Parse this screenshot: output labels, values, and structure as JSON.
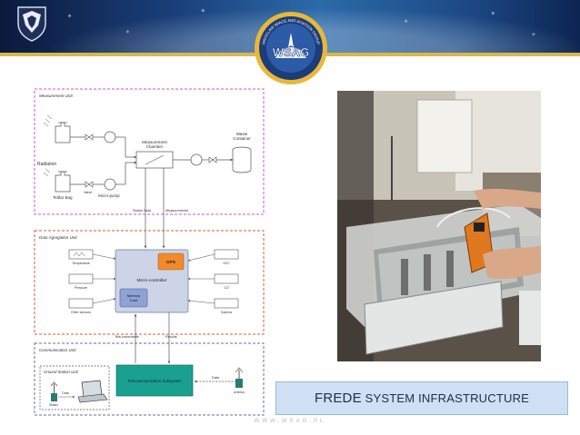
{
  "header": {
    "logo_text": "WSAG",
    "logo_ring_text": "WROCLAW SPACE AND AVIATION GROUP"
  },
  "diagram": {
    "measurement_unit": {
      "title": "Measurement Unit",
      "radiation_label": "Radiation",
      "chamber_label_line1": "Measurement",
      "chamber_label_line2": "Chamber",
      "waste_label_line1": "Waste",
      "waste_label_line2": "Container",
      "valve_label": "Valve",
      "pump_label": "Micro-pump",
      "bag_label": "Tedlar Bag"
    },
    "links": {
      "status_data": "Status Data",
      "measurements": "Measurements",
      "tele_commands": "Tele-commands",
      "results": "Results",
      "data": "Data"
    },
    "aggregation_unit": {
      "title": "Data Agregation Unit",
      "microcontroller": "Micro-controller",
      "gps": "GPS",
      "memory_line1": "Memory",
      "memory_line2": "Card",
      "left_sensors": [
        "Temperature",
        "Pressure",
        "Other sensors"
      ],
      "right_sensors": [
        "VOC",
        "CO",
        "Gamma"
      ]
    },
    "communication_unit": {
      "title": "Communication Unit",
      "ground_station": "Ground Station Unit",
      "transmission": "Telecommunication Subsystem",
      "station_label": "Station",
      "ground_link": "Data",
      "antenna_label": "Antenna"
    }
  },
  "photo": {
    "subject": "photo-of-frede-hardware"
  },
  "caption": {
    "first_word": "FREDE",
    "rest": " SYSTEM INFRASTRUCTURE"
  },
  "footer": {
    "website": "WWW.WSAG.PL"
  },
  "colors": {
    "banner_dark": "#0a1a3c",
    "gold": "#d8b84a",
    "measurement_border": "#cc55cc",
    "aggregation_border": "#d65a4a",
    "communication_border": "#6a6ab8",
    "gps_fill": "#f08a2a",
    "transmission_fill": "#1aa090",
    "caption_fill": "#cfe0f4"
  }
}
